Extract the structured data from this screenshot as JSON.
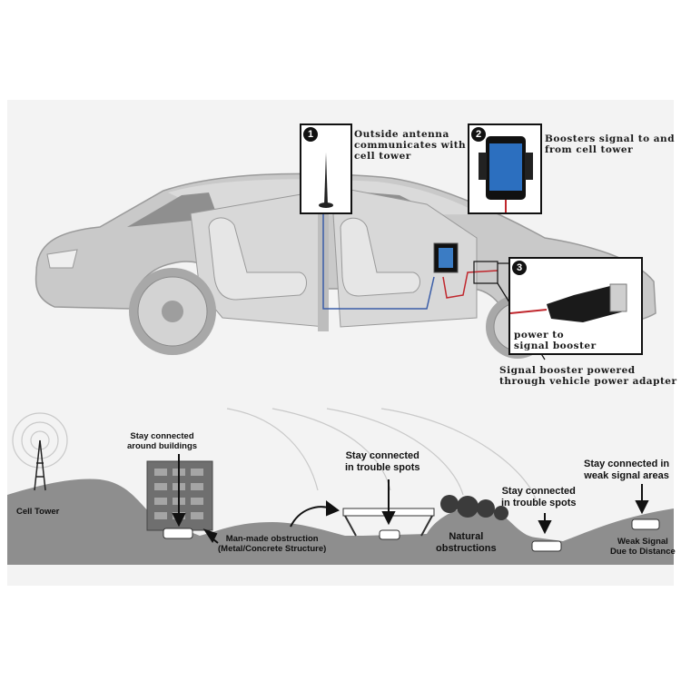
{
  "callouts": [
    {
      "number": "1",
      "text": "Outside antenna\ncommunicates with\ncell tower"
    },
    {
      "number": "2",
      "text": "Boosters signal to and\nfrom cell tower"
    },
    {
      "number": "3",
      "text": "Signal booster powered\nthrough vehicle power adapter",
      "inset_label": "power to\nsignal booster"
    }
  ],
  "landscape": {
    "cell_tower": "Cell Tower",
    "around_buildings": "Stay connected\naround buildings",
    "manmade": "Man-made obstruction\n(Metal/Concrete Structure)",
    "trouble_spots_1": "Stay connected\nin trouble spots",
    "natural": "Natural\nobstructions",
    "trouble_spots_2": "Stay connected\nin trouble spots",
    "weak_areas": "Stay connected in\nweak signal areas",
    "weak_signal": "Weak Signal\nDue to Distance"
  },
  "colors": {
    "ground": "#8e8e8e",
    "car_body": "#c9c9c9",
    "cable_red": "#c0272d",
    "cable_blue": "#3a5da8"
  }
}
